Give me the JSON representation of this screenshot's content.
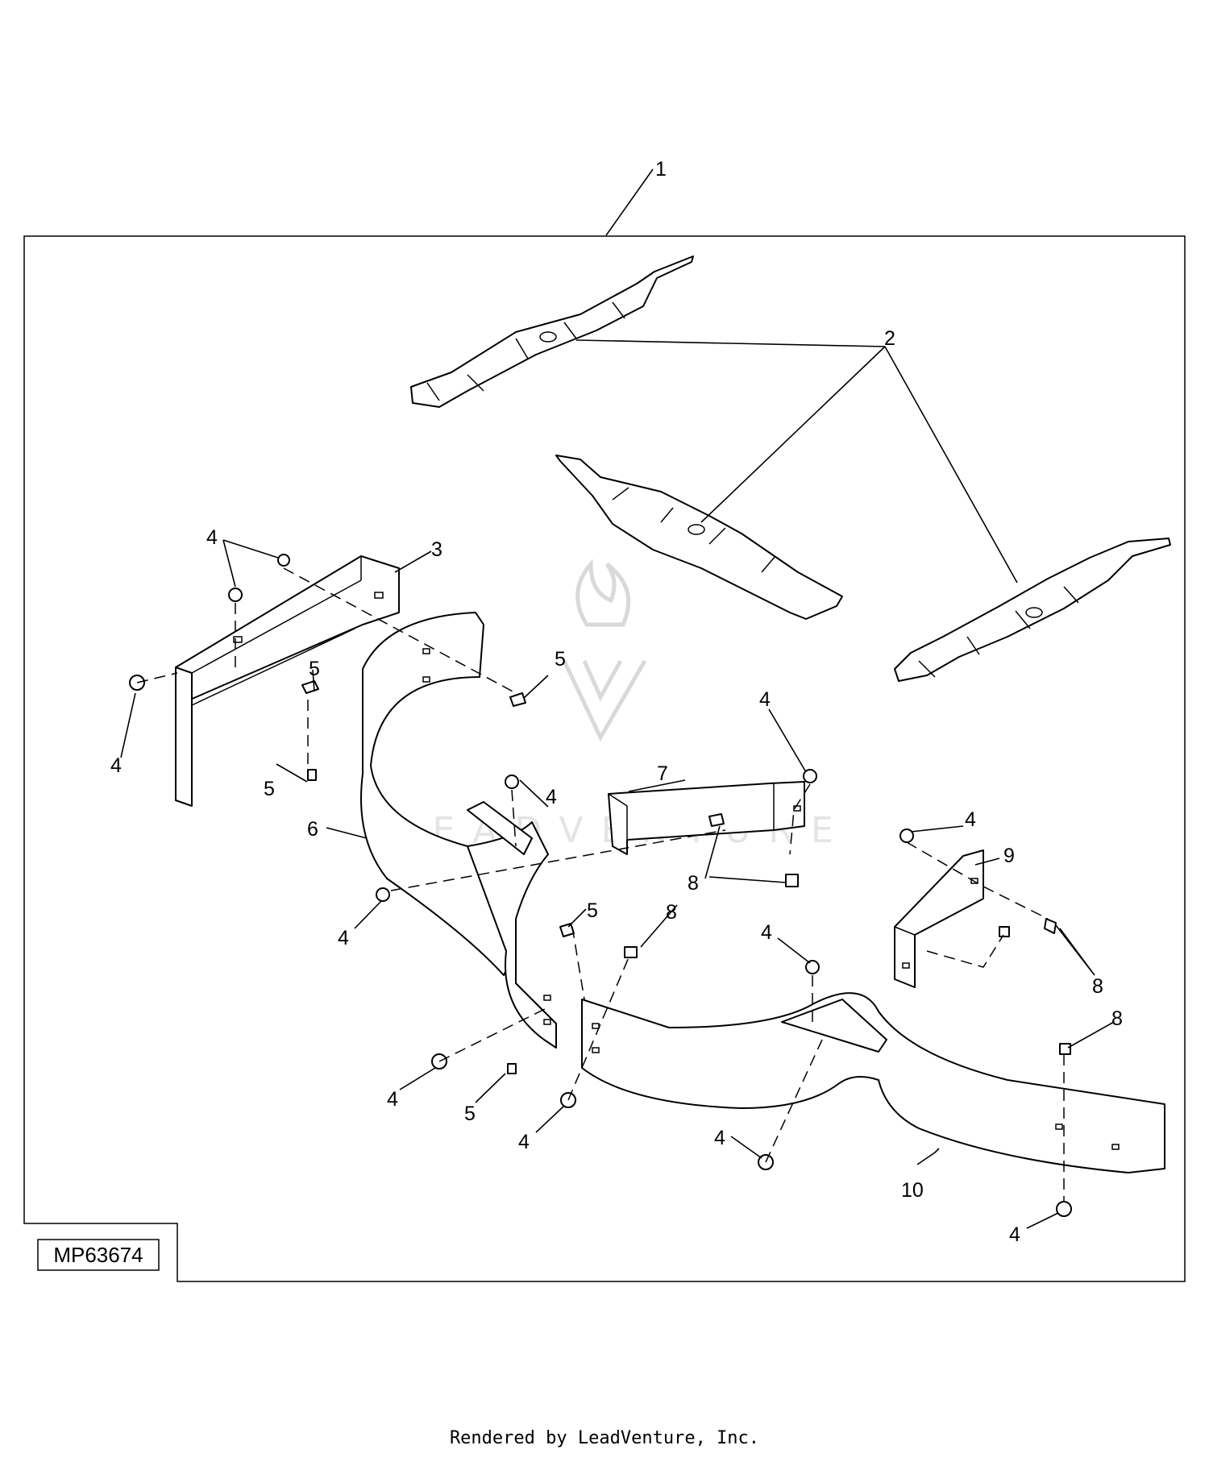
{
  "diagram": {
    "reference_number": "MP63674",
    "callouts": [
      "1",
      "2",
      "3",
      "4",
      "5",
      "6",
      "7",
      "8",
      "9",
      "10"
    ],
    "watermark_text": "LEADVENTURE"
  },
  "footer": {
    "text": "Rendered by LeadVenture, Inc."
  }
}
